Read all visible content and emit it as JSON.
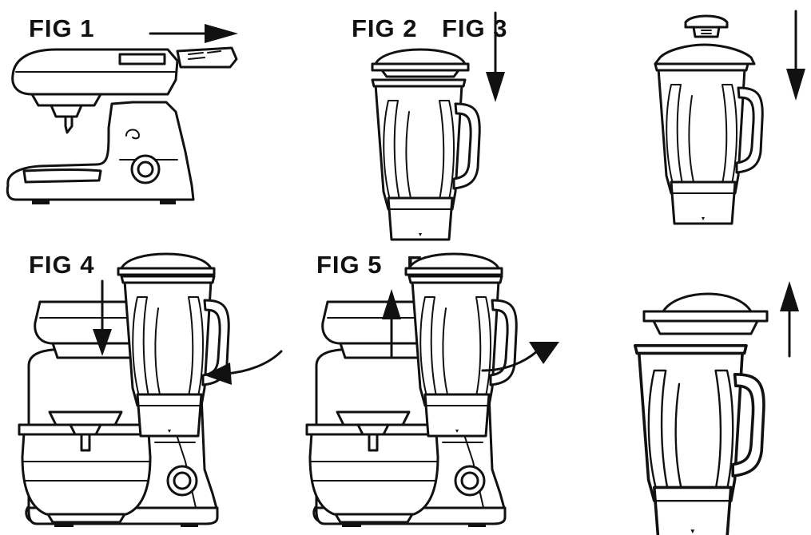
{
  "figures": [
    {
      "id": "fig1",
      "label": "FIG 1"
    },
    {
      "id": "fig2",
      "label": "FIG 2"
    },
    {
      "id": "fig3",
      "label": "FIG 3"
    },
    {
      "id": "fig4",
      "label": "FIG 4"
    },
    {
      "id": "fig5",
      "label": "FIG 5"
    },
    {
      "id": "fig6",
      "label": "FIG 6"
    }
  ]
}
